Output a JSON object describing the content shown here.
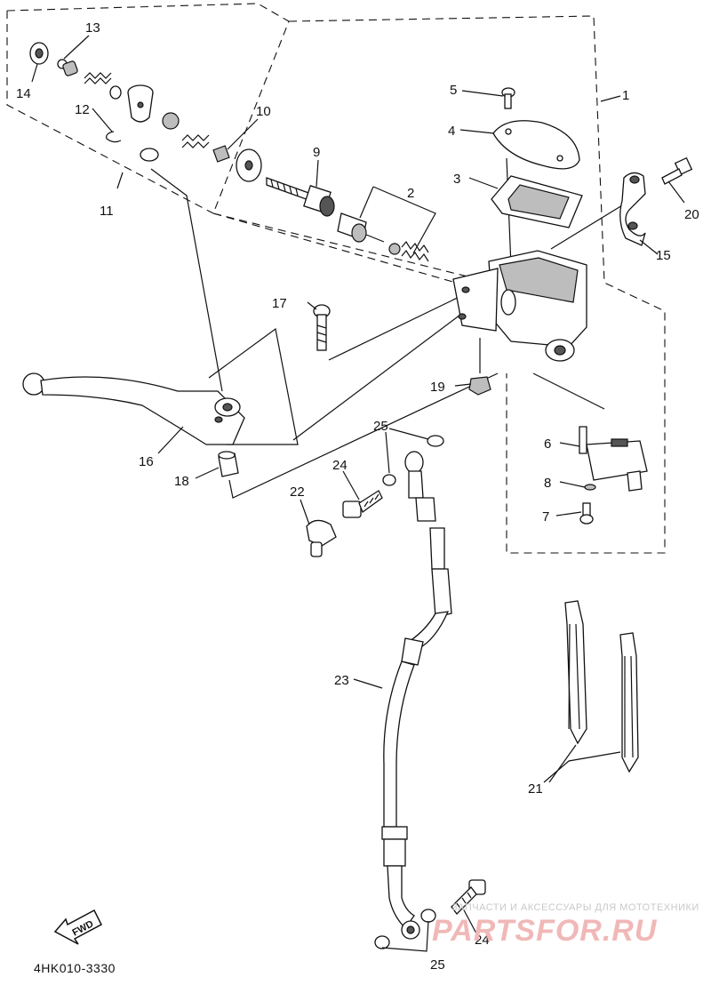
{
  "callouts": [
    {
      "id": "c1",
      "text": "1"
    },
    {
      "id": "c2",
      "text": "2"
    },
    {
      "id": "c3",
      "text": "3"
    },
    {
      "id": "c4",
      "text": "4"
    },
    {
      "id": "c5",
      "text": "5"
    },
    {
      "id": "c6",
      "text": "6"
    },
    {
      "id": "c7",
      "text": "7"
    },
    {
      "id": "c8",
      "text": "8"
    },
    {
      "id": "c9",
      "text": "9"
    },
    {
      "id": "c10",
      "text": "10"
    },
    {
      "id": "c11",
      "text": "11"
    },
    {
      "id": "c12",
      "text": "12"
    },
    {
      "id": "c13",
      "text": "13"
    },
    {
      "id": "c14",
      "text": "14"
    },
    {
      "id": "c15",
      "text": "15"
    },
    {
      "id": "c16",
      "text": "16"
    },
    {
      "id": "c17",
      "text": "17"
    },
    {
      "id": "c18",
      "text": "18"
    },
    {
      "id": "c19",
      "text": "19"
    },
    {
      "id": "c20",
      "text": "20"
    },
    {
      "id": "c21",
      "text": "21"
    },
    {
      "id": "c22",
      "text": "22"
    },
    {
      "id": "c23",
      "text": "23"
    },
    {
      "id": "c24a",
      "text": "24"
    },
    {
      "id": "c24b",
      "text": "24"
    },
    {
      "id": "c25a",
      "text": "25"
    },
    {
      "id": "c25b",
      "text": "25"
    }
  ],
  "diagram_code": "4HK010-3330",
  "fwd_label": "FWD",
  "watermark": {
    "tagline": "ЗАПЧАСТИ И АКСЕССУАРЫ ДЛЯ МОТОТЕХНИКИ",
    "brand": "PARTSFOR.RU"
  }
}
